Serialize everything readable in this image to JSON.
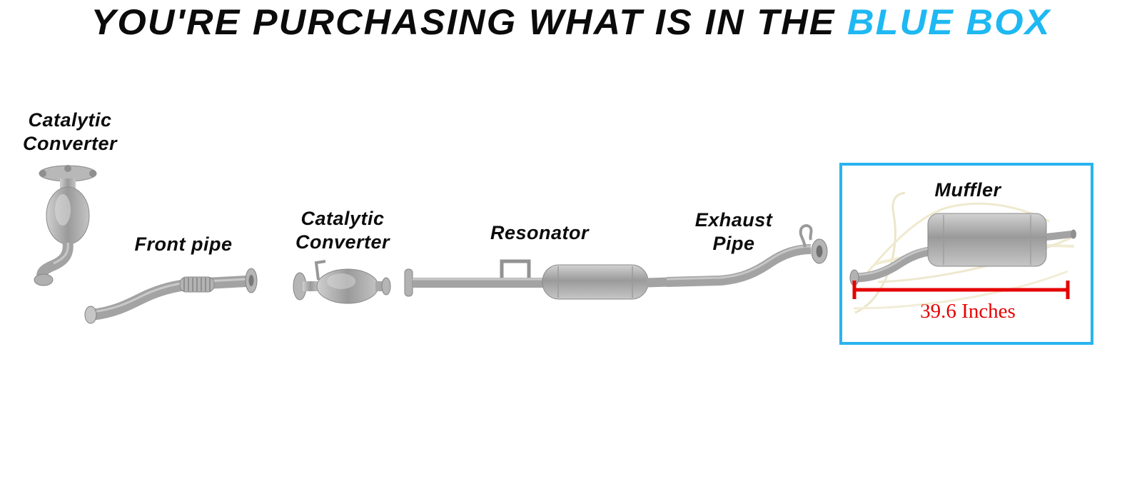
{
  "title": {
    "prefix": "YOU'RE PURCHASING WHAT IS IN THE ",
    "highlight": "BLUE BOX"
  },
  "labels": {
    "cat1": {
      "line1": "Catalytic",
      "line2": "Converter"
    },
    "front_pipe": {
      "line1": "Front pipe"
    },
    "cat2": {
      "line1": "Catalytic",
      "line2": "Converter"
    },
    "resonator": {
      "line1": "Resonator"
    },
    "exhaust_pipe": {
      "line1": "Exhaust",
      "line2": "Pipe"
    },
    "muffler": {
      "line1": "Muffler"
    }
  },
  "measurement": {
    "label": "39.6 Inches"
  },
  "colors": {
    "highlight_blue": "#1eb8f2",
    "box_border": "#2ab3ef",
    "measure_red": "#e60000",
    "text_black": "#0b0b0b",
    "part_gray": "#a3a3a3"
  }
}
